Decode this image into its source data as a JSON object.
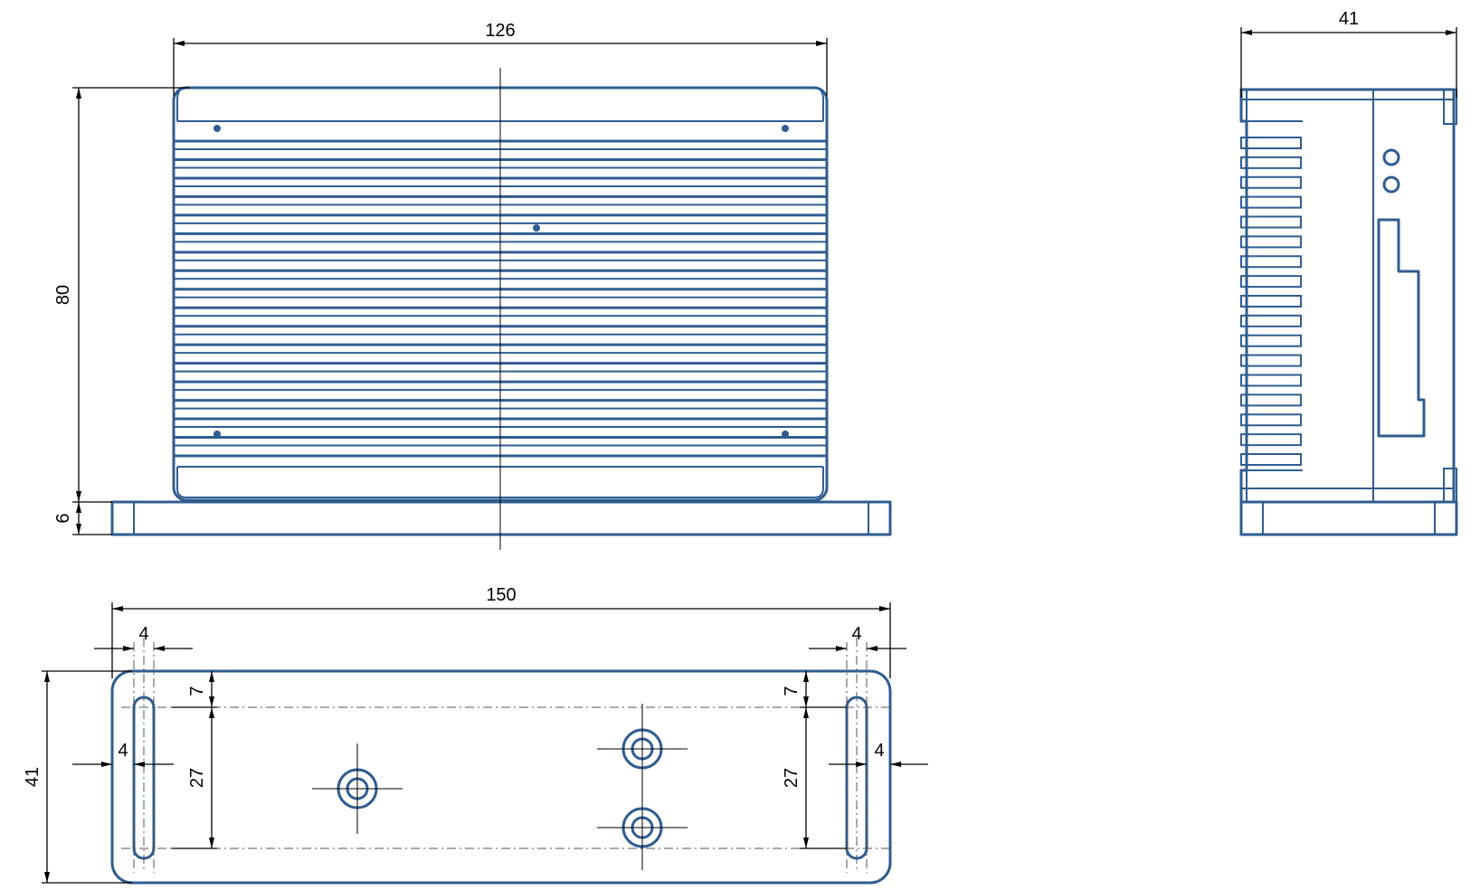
{
  "front_view": {
    "width_label": "126",
    "height_label": "80",
    "base_height_label": "6",
    "fin_count": 18
  },
  "side_view": {
    "depth_label": "41",
    "fin_count": 17
  },
  "base_view": {
    "length_label": "150",
    "width_label": "41",
    "slot_width_label_left": "4",
    "slot_width_label_right": "4",
    "slot_offset_label_left": "4",
    "slot_offset_label_right": "4",
    "slot_top_label_left": "7",
    "slot_top_label_right": "7",
    "slot_length_label_left": "27",
    "slot_length_label_right": "27"
  },
  "colors": {
    "part": "#2f5d91",
    "dimension": "#000000"
  }
}
